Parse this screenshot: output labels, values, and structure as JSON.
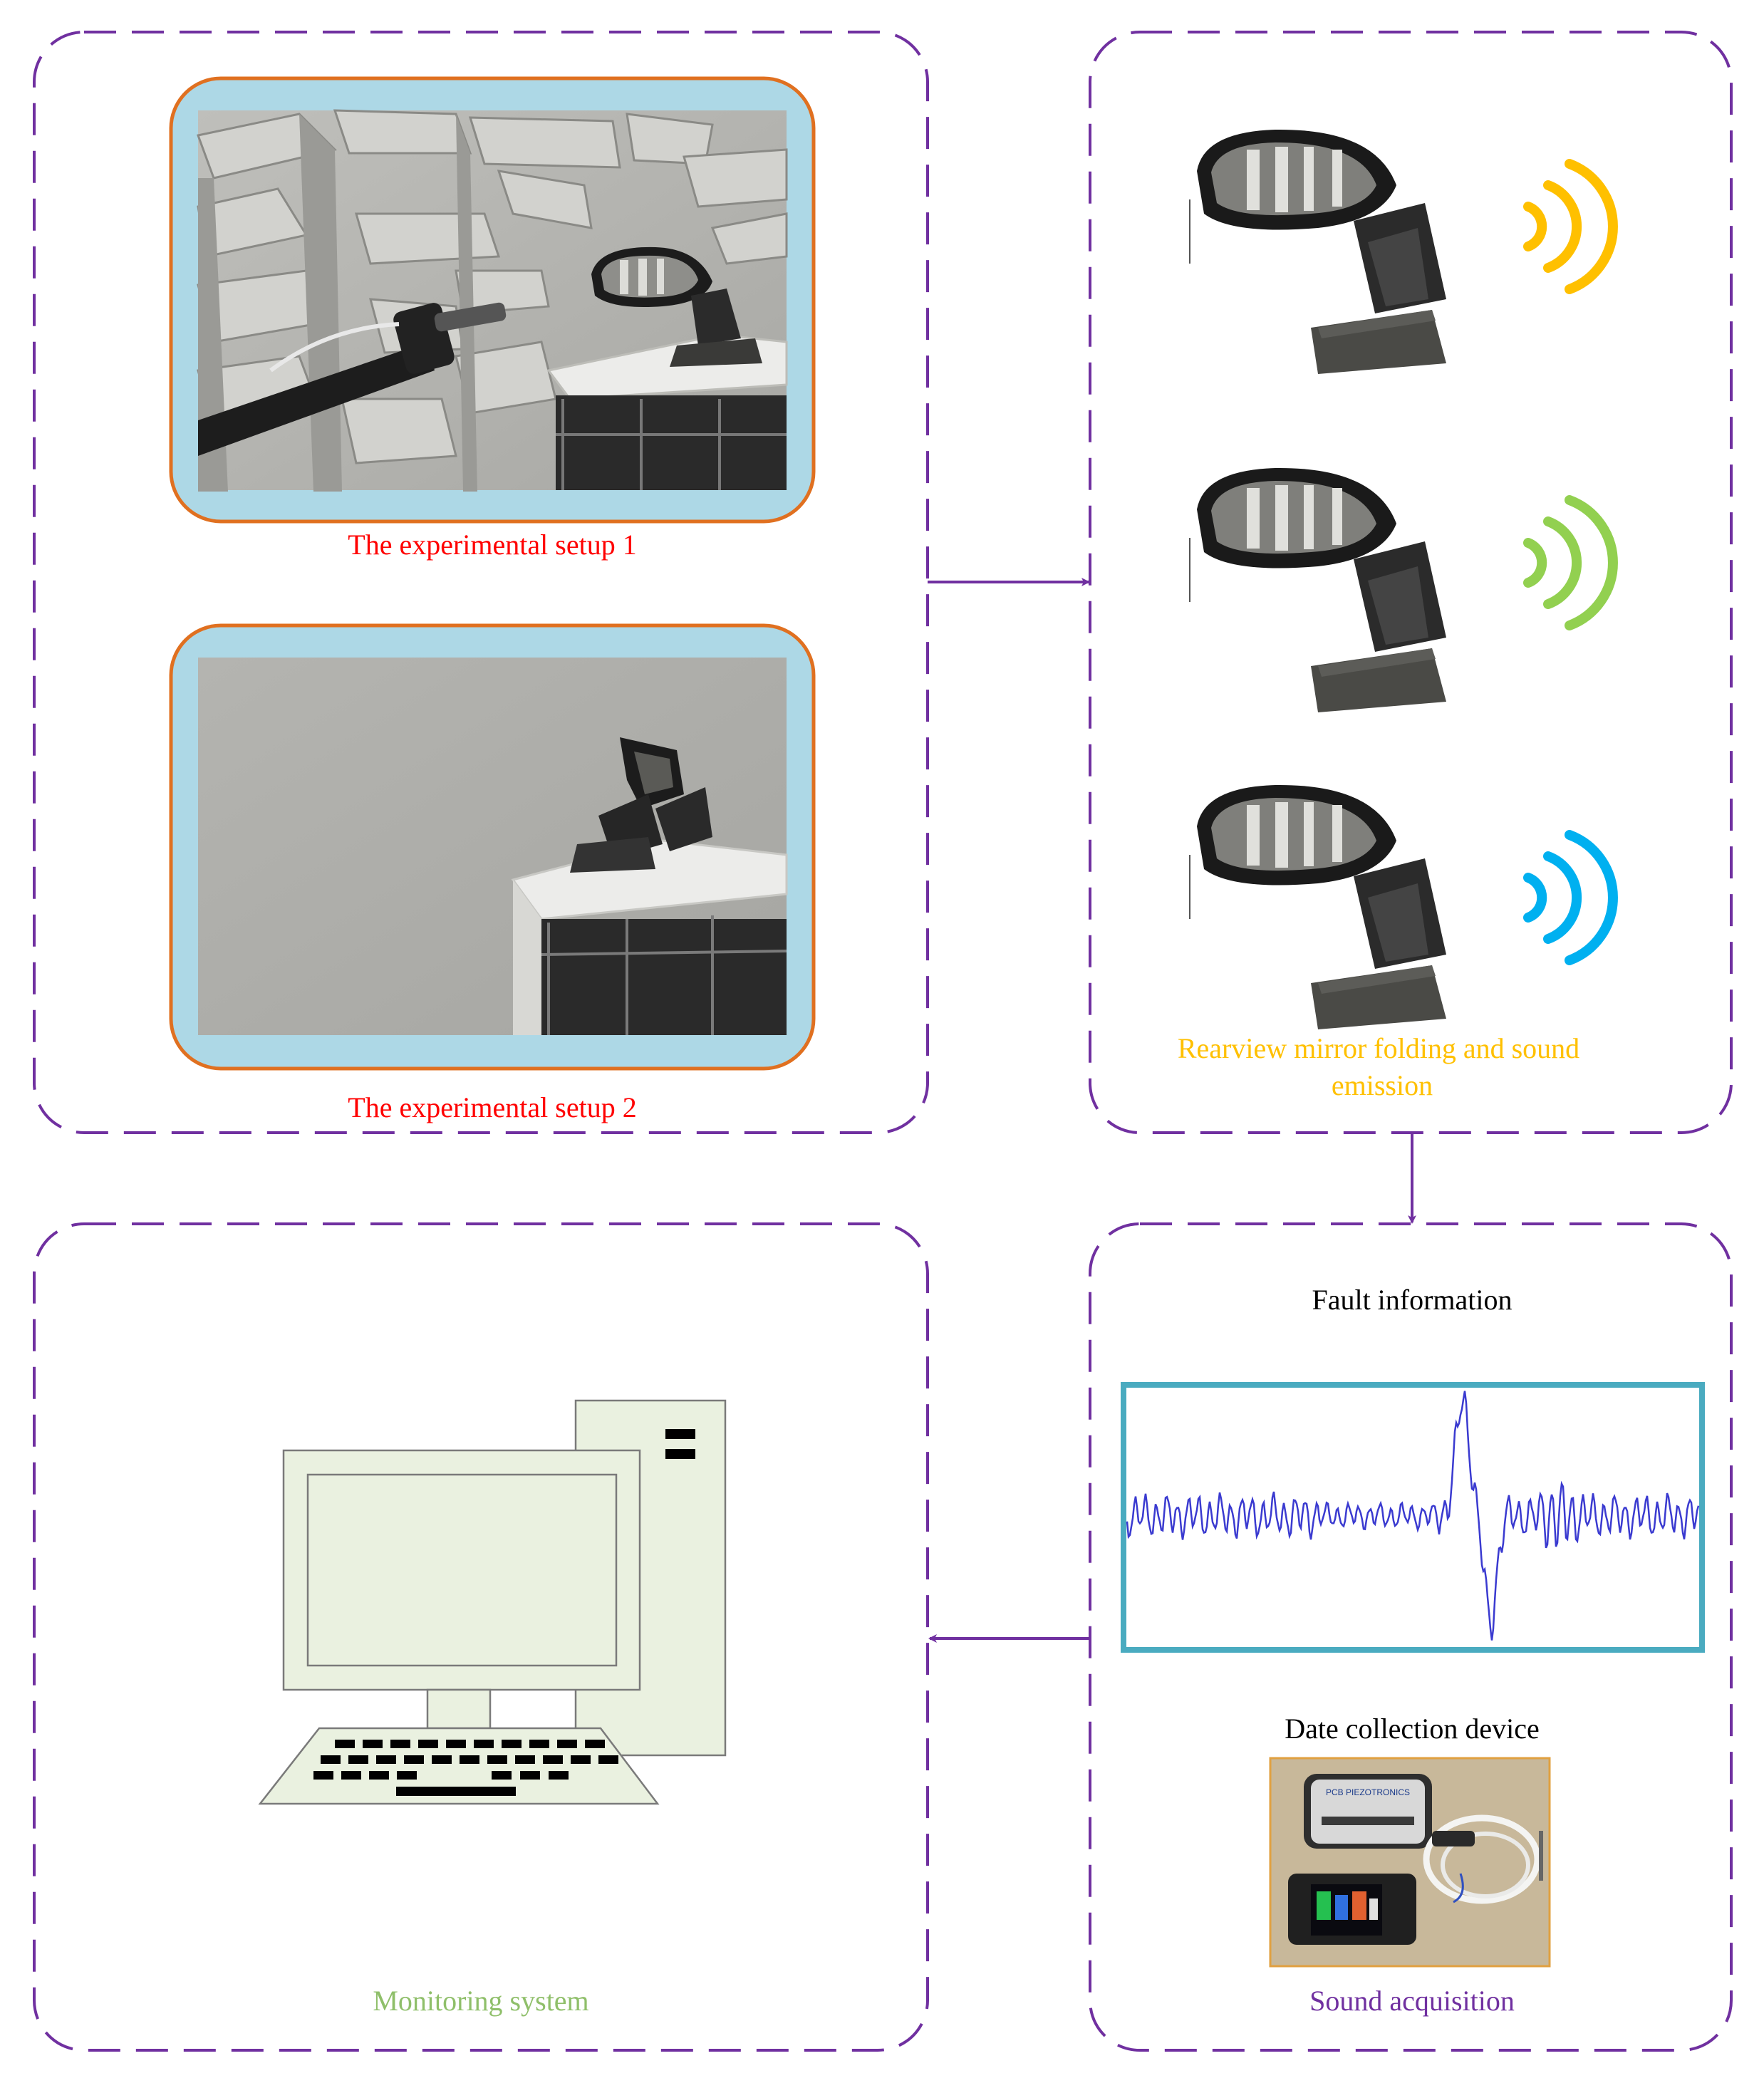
{
  "panels": {
    "setup": {
      "caption1": "The experimental setup 1",
      "caption2": "The experimental setup 2"
    },
    "mirrors": {
      "caption": "Rearview mirror folding and sound emission",
      "waves": [
        {
          "color": "#ffc000"
        },
        {
          "color": "#92d050"
        },
        {
          "color": "#00b0f0"
        }
      ]
    },
    "acquisition": {
      "fault_title": "Fault information",
      "device_title": "Date collection device",
      "caption": "Sound acquisition",
      "device_brand": "PCB PIEZOTRONICS"
    },
    "monitor": {
      "caption": "Monitoring system"
    }
  },
  "colors": {
    "dash_border": "#7030a0",
    "arrow": "#7030a0",
    "setup_caption": "#ff0000",
    "mirror_caption": "#ffc000",
    "acq_caption": "#7030a0",
    "monitor_caption": "#8fbf6a",
    "photo_frame_outer": "#e07020",
    "photo_frame_inner": "#add8e6",
    "signal_frame": "#4aabc0",
    "signal_line": "#3a3ad0",
    "computer_fill": "#eaf1e0"
  }
}
